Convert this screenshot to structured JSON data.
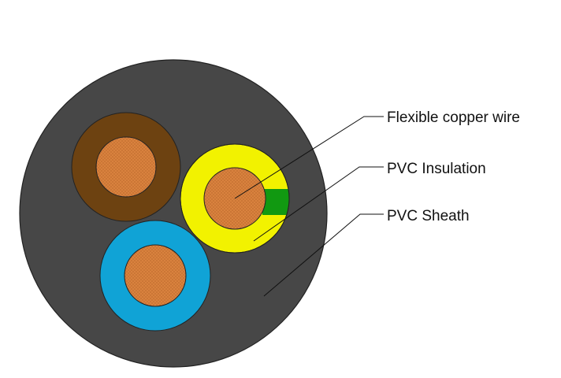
{
  "labels": {
    "copper": "Flexible copper wire",
    "insulation": "PVC Insulation",
    "sheath": "PVC Sheath"
  },
  "colors": {
    "sheath": "#474747",
    "brown_insulation": "#6d4211",
    "yellow_insulation": "#f2f200",
    "green_stripe": "#119911",
    "blue_insulation": "#10a3d6",
    "copper": "#d9823e",
    "outline": "#222222",
    "leader_line": "#111111"
  },
  "cores": [
    {
      "name": "brown-core",
      "insulation_color": "brown_insulation",
      "stripe": false
    },
    {
      "name": "yellow-green-core",
      "insulation_color": "yellow_insulation",
      "stripe": true
    },
    {
      "name": "blue-core",
      "insulation_color": "blue_insulation",
      "stripe": false
    }
  ]
}
